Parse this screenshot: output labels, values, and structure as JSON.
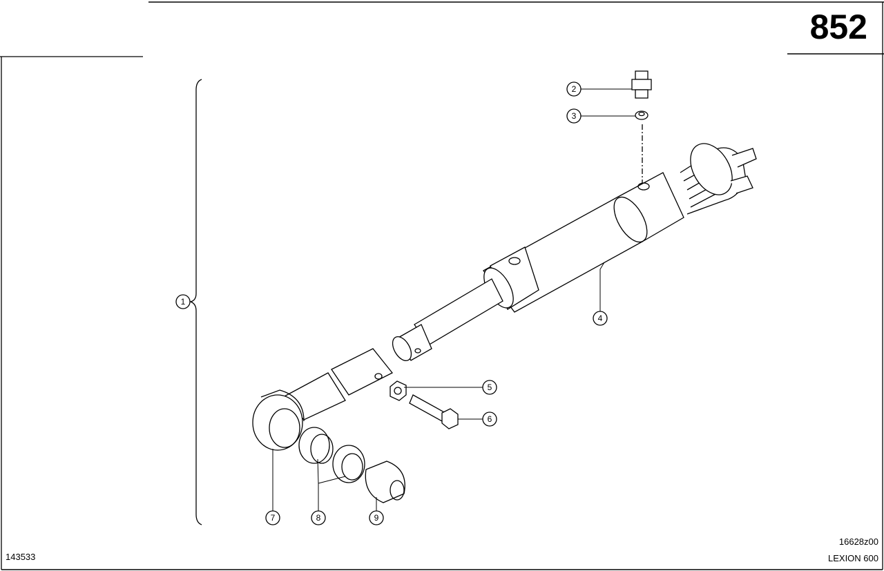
{
  "header": {
    "page_number": "852"
  },
  "footer": {
    "left_code": "143533",
    "drawing_code": "16628z00",
    "model": "LEXION 600"
  },
  "callouts": [
    "1",
    "2",
    "3",
    "4",
    "5",
    "6",
    "7",
    "8",
    "9"
  ]
}
